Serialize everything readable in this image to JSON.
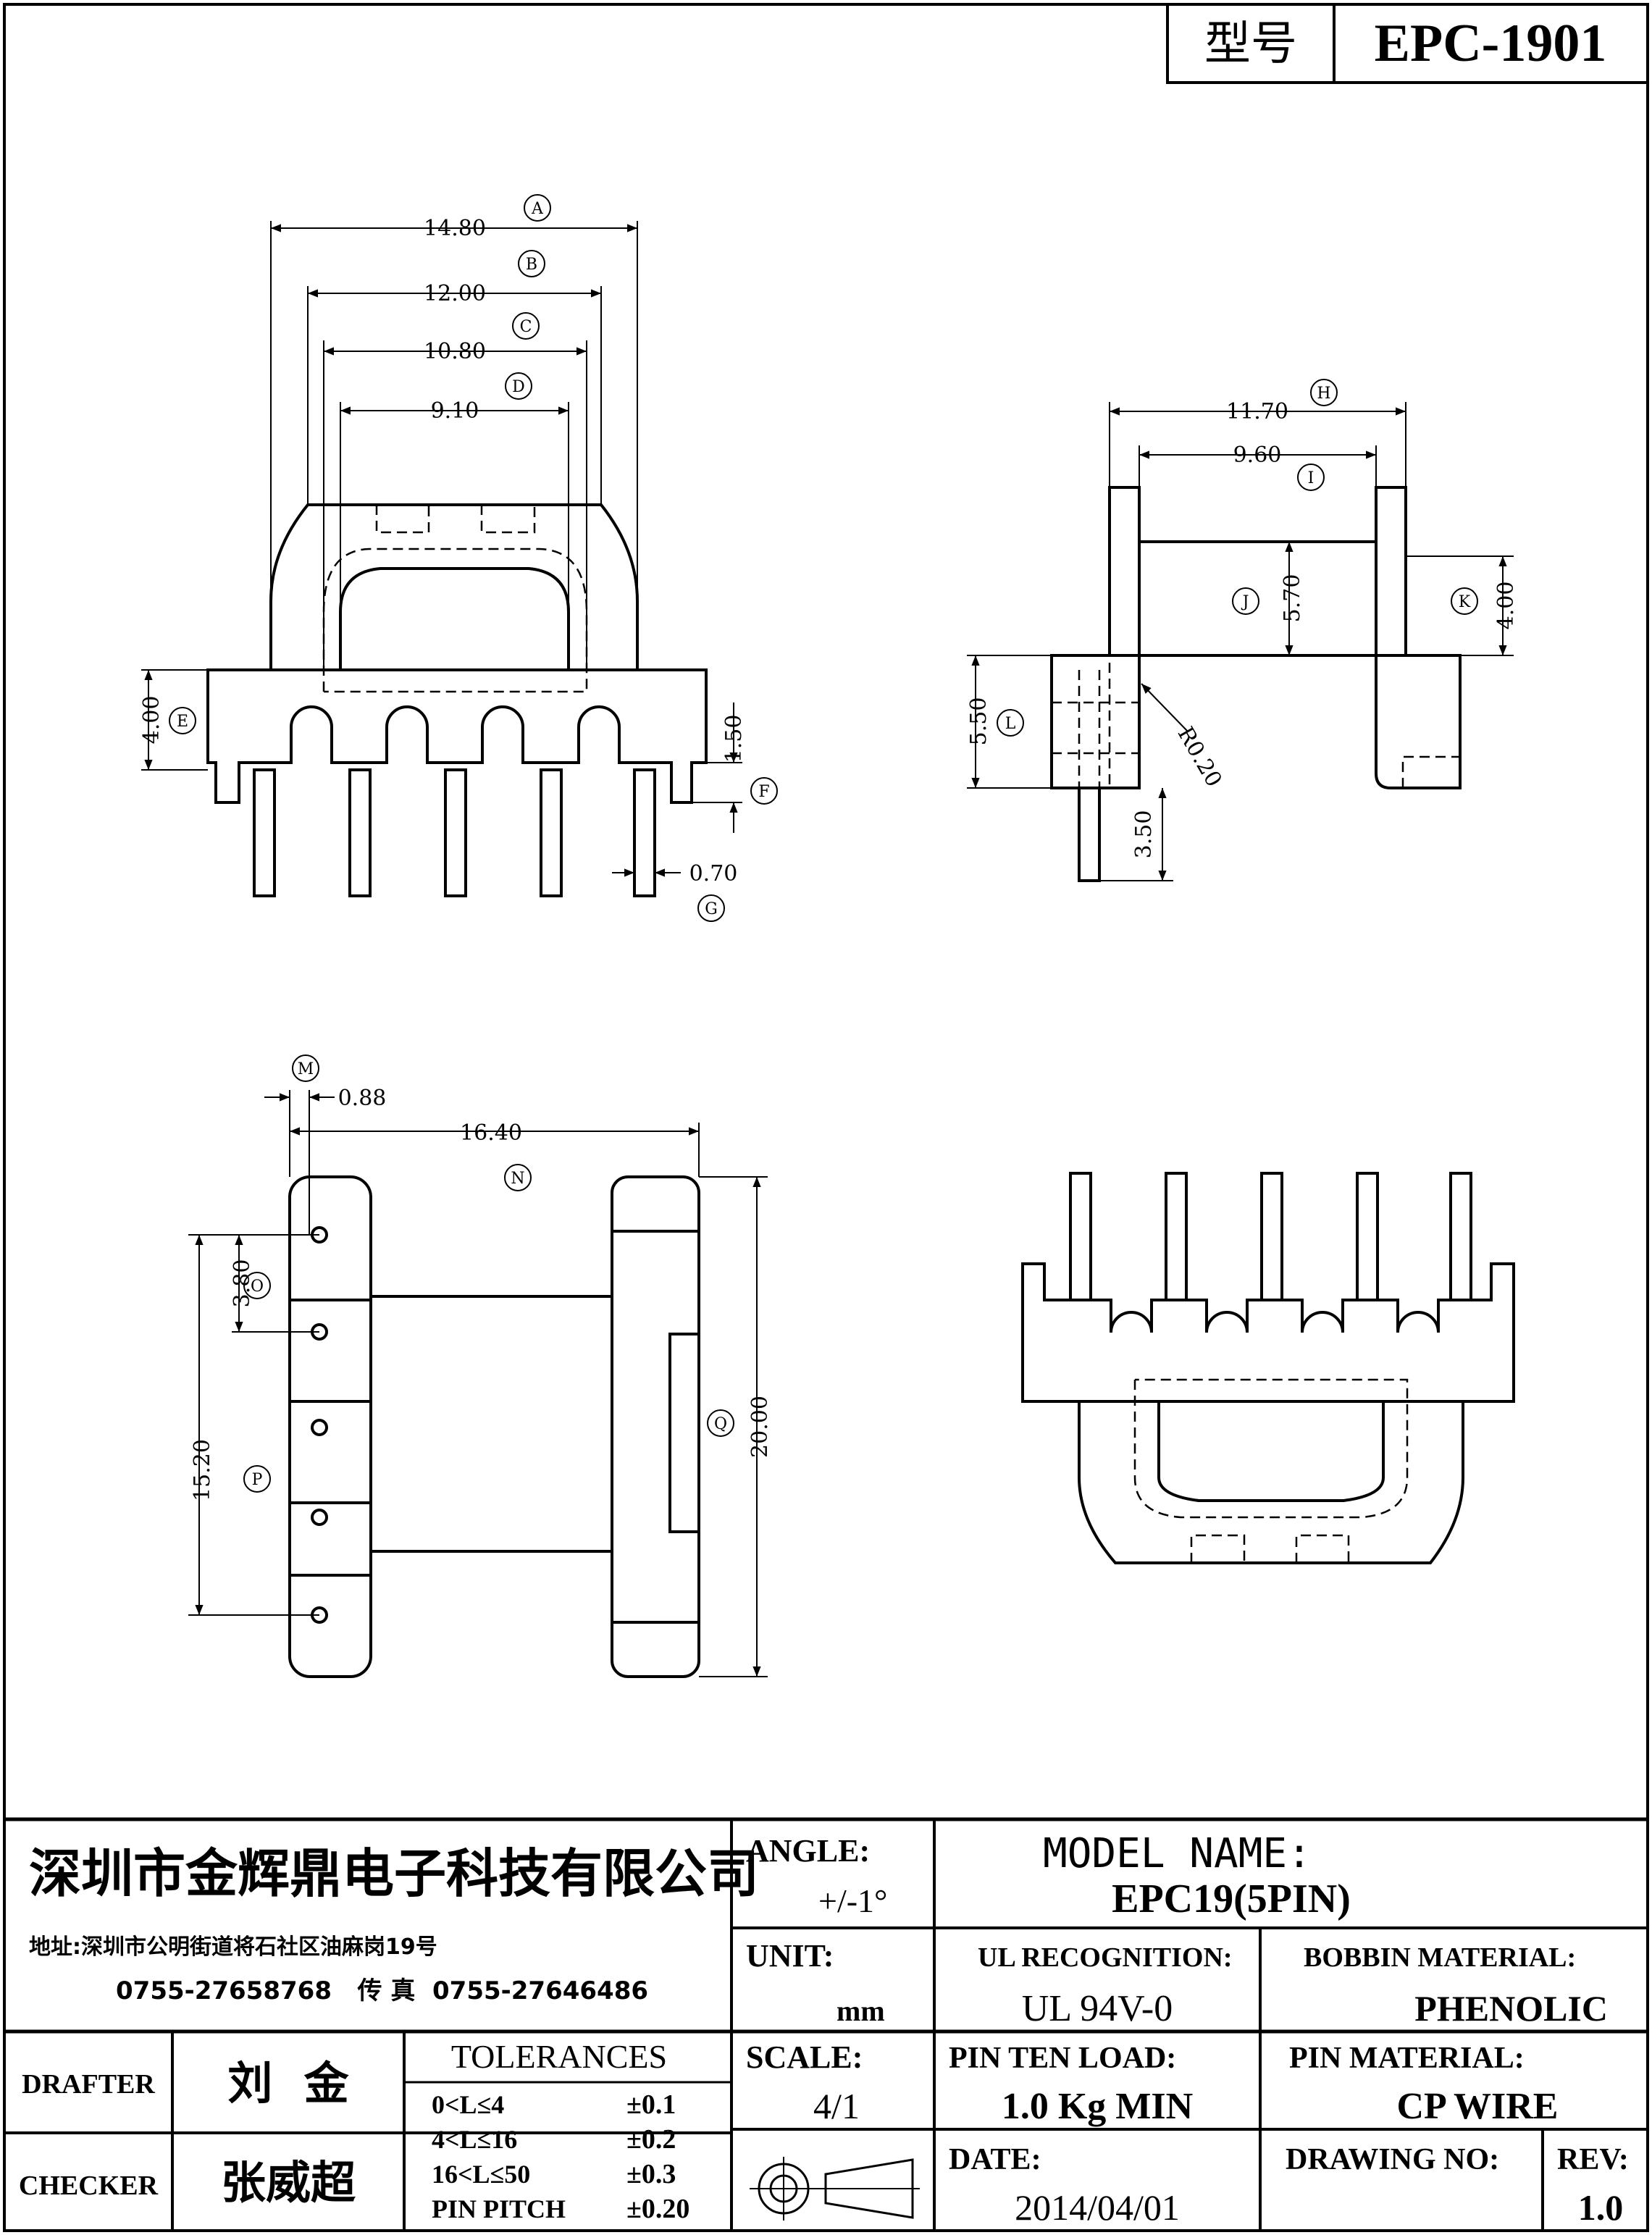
{
  "header": {
    "model_label": "型号",
    "model_value": "EPC-1901"
  },
  "front_view": {
    "dims": {
      "a": "14.80",
      "b": "12.00",
      "c": "10.80",
      "d": "9.10",
      "e": "4.00",
      "f": "1.50",
      "g": "0.70"
    },
    "tags": {
      "a": "A",
      "b": "B",
      "c": "C",
      "d": "D",
      "e": "E",
      "f": "F",
      "g": "G"
    }
  },
  "side_view": {
    "dims": {
      "h": "11.70",
      "i": "9.60",
      "j": "5.70",
      "k": "4.00",
      "l": "5.50",
      "radius": "R0.20",
      "pin": "3.50"
    },
    "tags": {
      "h": "H",
      "i": "I",
      "j": "J",
      "k": "K",
      "l": "L"
    }
  },
  "bottom_view": {
    "dims": {
      "m": "0.88",
      "n": "16.40",
      "o": "3.80",
      "p": "15.20",
      "q": "20.00"
    },
    "tags": {
      "m": "M",
      "n": "N",
      "o": "O",
      "p": "P",
      "q": "Q"
    }
  },
  "title_block": {
    "company": "深圳市金辉鼎电子科技有限公司",
    "address": "地址:深圳市公明街道将石社区油麻岗19号",
    "phone": "0755-27658768   传 真  0755-27646486",
    "angle_label": "ANGLE:",
    "angle_value": "+/-1°",
    "model_name_label": "MODEL NAME:",
    "model_name_value": "EPC19(5PIN)",
    "unit_label": "UNIT:",
    "unit_value": "mm",
    "ul_label": "UL RECOGNITION:",
    "ul_value": "UL 94V-0",
    "bobbin_label": "BOBBIN MATERIAL:",
    "bobbin_value": "PHENOLIC",
    "drafter_label": "DRAFTER",
    "drafter_value": "刘  金",
    "checker_label": "CHECKER",
    "checker_value": "张威超",
    "tolerances_label": "TOLERANCES",
    "tolerances": [
      {
        "range": "0<L≤4",
        "value": "±0.1"
      },
      {
        "range": "4<L≤16",
        "value": "±0.2"
      },
      {
        "range": "16<L≤50",
        "value": "±0.3"
      },
      {
        "range": "PIN PITCH",
        "value": "±0.20"
      }
    ],
    "scale_label": "SCALE:",
    "scale_value": "4/1",
    "pin_load_label": "PIN TEN LOAD:",
    "pin_load_value": "1.0 Kg MIN",
    "pin_material_label": "PIN MATERIAL:",
    "pin_material_value": "CP WIRE",
    "date_label": "DATE:",
    "date_value": "2014/04/01",
    "drawing_no_label": "DRAWING NO:",
    "rev_label": "REV:",
    "rev_value": "1.0"
  }
}
